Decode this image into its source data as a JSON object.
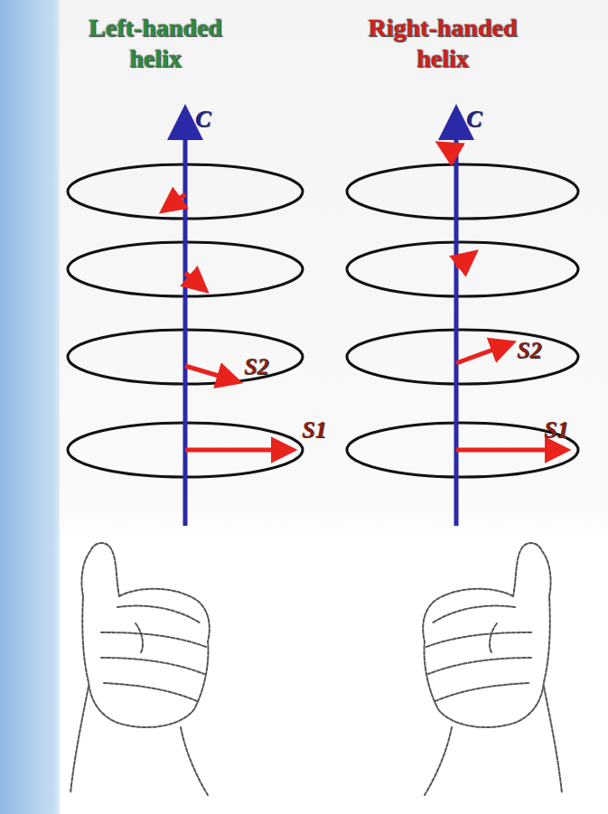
{
  "diagram": {
    "labels": [
      "Left-handed helix",
      "Right-handed helix",
      "C",
      "S2",
      "S1",
      "C",
      "S2",
      "S1"
    ]
  }
}
